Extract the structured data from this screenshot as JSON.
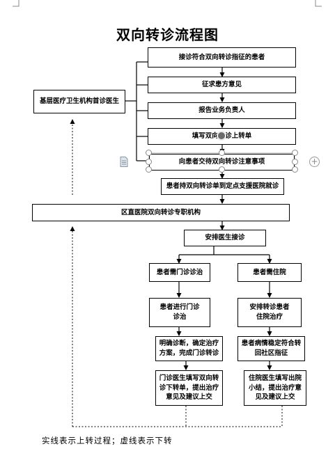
{
  "title": "双向转诊流程图",
  "boxes": {
    "receive": "接诊符合双向转诊指征的患者",
    "consent": "征求患方意见",
    "report": "报告业务负责人",
    "fill_form": "填写双向转诊上转单",
    "notice": "向患者交待双向转诊注意事项",
    "patient_go": "患者持双向转诊单到定点支援医院就诊",
    "grassroots": "基层医疗卫生机构首诊医生",
    "district": "区直医院双向转诊专职机构",
    "arrange": "安排医生接诊",
    "outpatient_need": "患者需门诊诊治",
    "inpatient_need": "患者需住院",
    "outpatient_do": "患者进行门诊诊治",
    "inpatient_do": "安排转诊患者住院治疗",
    "diagnose": "明确诊断，确定治疗方案，完成门诊转诊",
    "stable": "患者病情稳定符合转回社区指征",
    "outpatient_doctor": "门诊医生填写双向转诊下转单，提出治疗意见及建议上交",
    "inpatient_doctor": "住院医生填写出院小结，提出治疗意见及建议上交"
  },
  "caption": "实线表示上转过程；虚线表示下转"
}
